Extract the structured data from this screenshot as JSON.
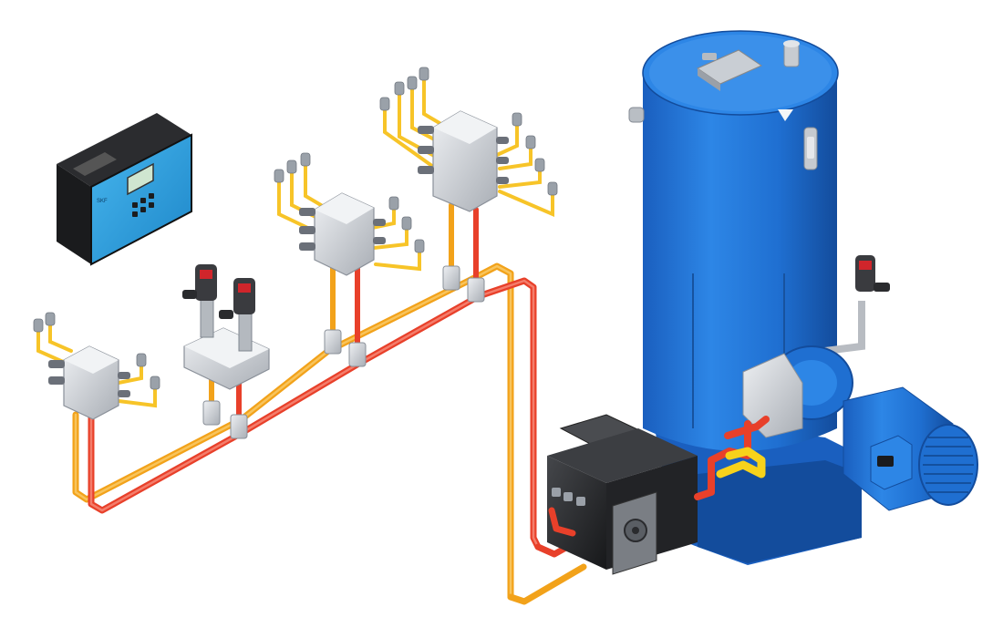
{
  "controller": {
    "header_label": "SKF",
    "display_text": ""
  },
  "colors": {
    "line_red": "#e8402a",
    "line_orange": "#f2a21a",
    "line_yellow": "#f7d21b",
    "pump_blue": "#1f6fd1",
    "controller_blue": "#2a9fe0",
    "metal": "#d3d7dc",
    "black_block": "#2a2b2e",
    "sensor_red": "#d0252b"
  },
  "icons": [
    "pump-reservoir",
    "electric-motor",
    "reversing-valve",
    "control-unit",
    "metering-block",
    "pressure-switch",
    "filling-coupling"
  ]
}
